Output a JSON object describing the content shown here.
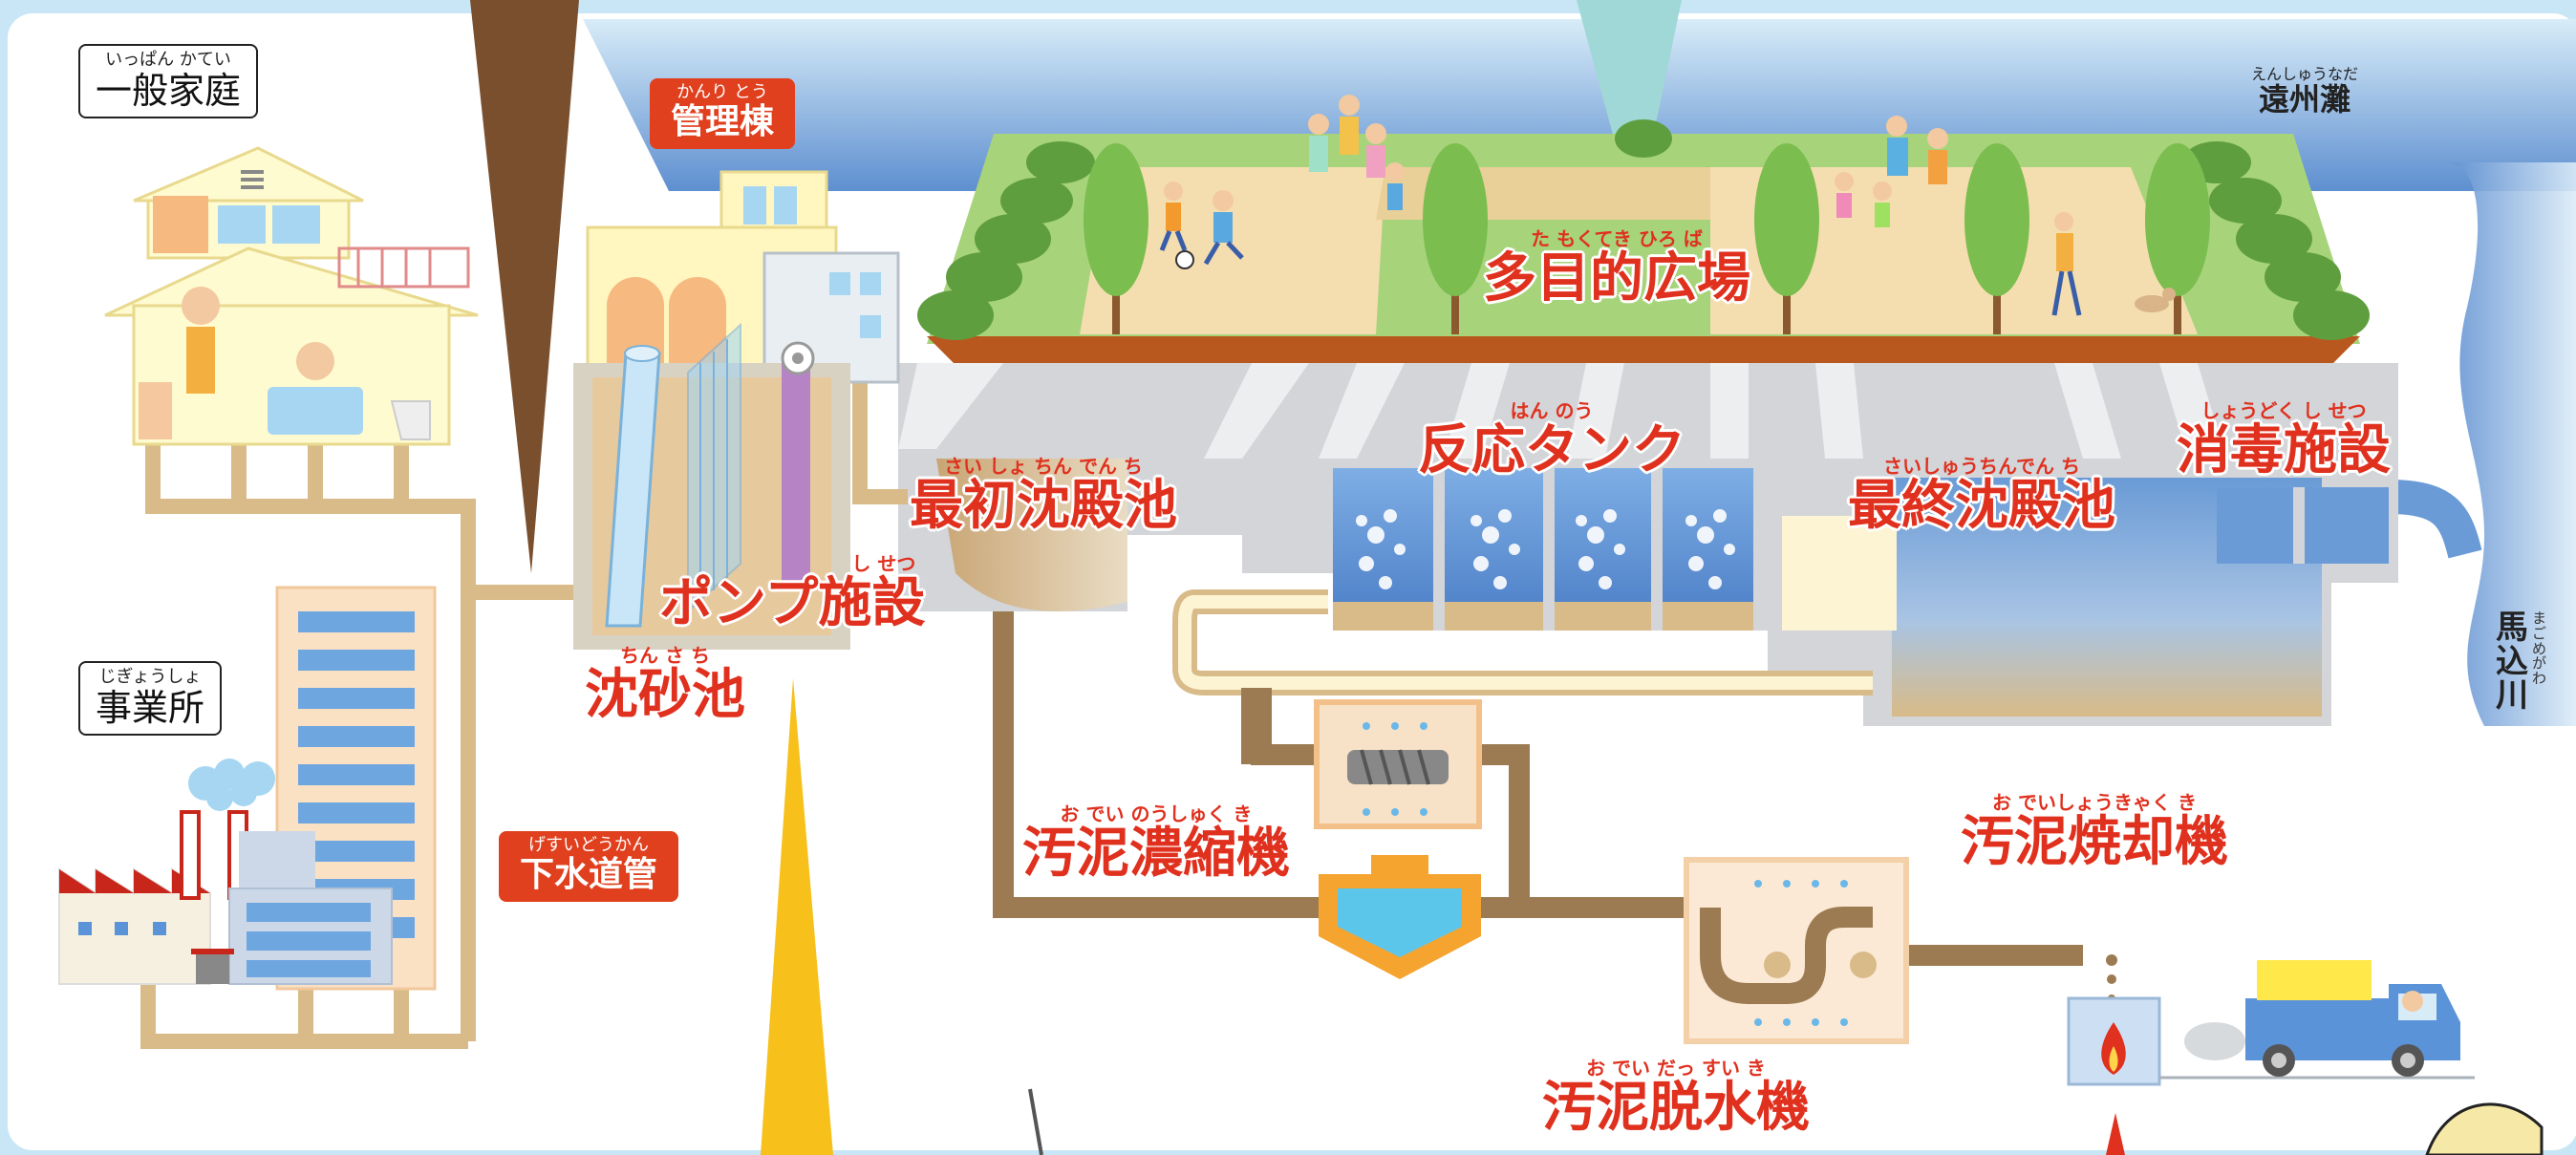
{
  "labels": {
    "household": {
      "ruby": "いっぱん かてい",
      "text": "一般家庭"
    },
    "business": {
      "ruby": "じぎょうしょ",
      "text": "事業所"
    },
    "admin": {
      "ruby": "かんり とう",
      "text": "管理棟"
    },
    "sewer": {
      "ruby": "げすいどうかん",
      "text": "下水道管"
    },
    "pump": {
      "ruby": "し せつ",
      "text": "ポンプ施設"
    },
    "grit": {
      "ruby": "ちん さ ち",
      "text": "沈砂池"
    },
    "plaza": {
      "ruby": "た もくてき ひろ ば",
      "text": "多目的広場"
    },
    "reaction": {
      "ruby": "はん のう",
      "text": "反応タンク"
    },
    "primary": {
      "ruby": "さい しょ ちん でん ち",
      "text": "最初沈殿池"
    },
    "final": {
      "ruby": "さいしゅうちんでん ち",
      "text": "最終沈殿池"
    },
    "disinfect": {
      "ruby": "しょうどく し せつ",
      "text": "消毒施設"
    },
    "thickener": {
      "ruby": "お でい のうしゅく き",
      "text": "汚泥濃縮機"
    },
    "dewater": {
      "ruby": "お でい だっ すい き",
      "text": "汚泥脱水機"
    },
    "incinerator": {
      "ruby": "お でいしょうきゃく き",
      "text": "汚泥焼却機"
    },
    "sea": {
      "ruby": "えんしゅうなだ",
      "text": "遠州灘"
    },
    "river": {
      "ruby": [
        "ま",
        "ご",
        "め",
        "が",
        "わ"
      ],
      "text": [
        "馬",
        "込",
        "川"
      ]
    }
  },
  "colors": {
    "label_red": "#e0301e",
    "pipe": "#9c7b52",
    "water": "#6a9bd6",
    "ground": "#b9581e"
  }
}
